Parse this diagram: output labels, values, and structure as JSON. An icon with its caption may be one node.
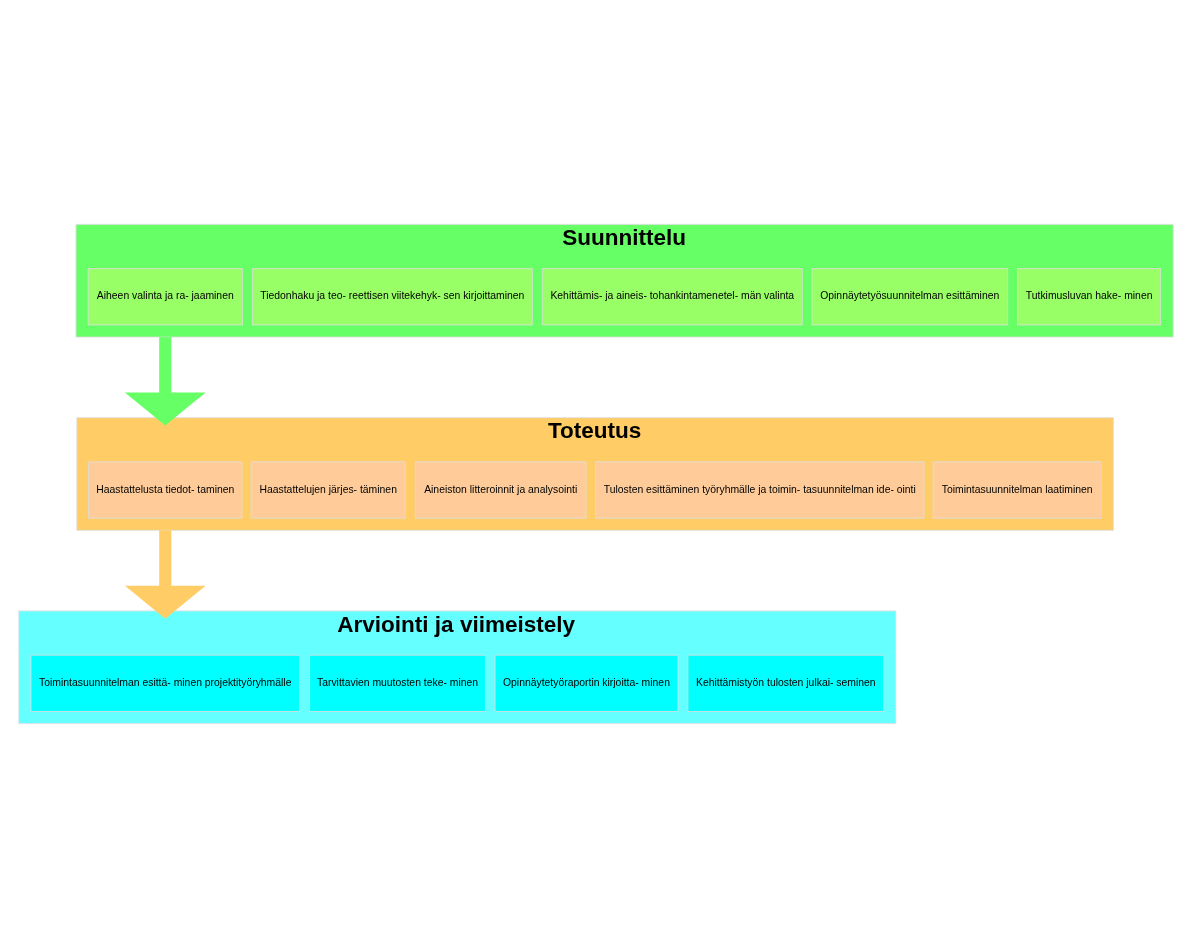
{
  "diagram": {
    "nodes": [
      {
        "text": [
          "Suunnittelu"
        ]
      },
      {
        "text": [
          "Aiheen valinta ja ra- jaaminen"
        ],
        "in": 0
      },
      {
        "text": [
          "Tiedonhaku ja teo- reettisen viitekehyk- sen kirjoittaminen"
        ],
        "in": 0
      },
      {
        "text": [
          "Kehittämis- ja aineis- tohankintamenetel- män valinta"
        ],
        "in": 0
      },
      {
        "text": [
          "Opinnäytetyösuunnitelman esittäminen"
        ],
        "in": 0
      },
      {
        "text": [
          "Tutkimusluvan hake- minen"
        ],
        "in": 0
      },
      {
        "text": [
          "Toteutus"
        ]
      },
      {
        "text": [
          "Haastattelusta tiedot- taminen"
        ],
        "in": 6
      },
      {
        "text": [
          "Haastattelujen järjes- täminen"
        ],
        "in": 6
      },
      {
        "text": [
          "Aineiston litteroinnit ja analysointi"
        ],
        "in": 6
      },
      {
        "text": [
          "Tulosten esittäminen työryhmälle ja toimin- tasuunnitelman ide- ointi"
        ],
        "in": 6
      },
      {
        "text": [
          "Toimintasuunnitelman laatiminen"
        ],
        "in": 6
      },
      {
        "text": [
          "Arviointi ja viimeistely"
        ]
      },
      {
        "text": [
          "Toimintasuunnitelman esittä- minen projektityöryhmälle"
        ],
        "in": 12
      },
      {
        "text": [
          "Tarvittavien muutosten teke- minen"
        ],
        "in": 12
      },
      {
        "text": [
          "Opinnäytetyöraportin kirjoitta- minen"
        ],
        "in": 12
      },
      {
        "text": [
          "Kehittämistyön tulosten julkai- seminen"
        ],
        "in": 12
      }
    ],
    "edges": [
      {
        "from": 0,
        "to": 6,
        "arrow": "to",
        "color": "#66ff66"
      },
      {
        "from": 6,
        "to": 12,
        "arrow": "to",
        "color": "#ffcc66"
      }
    ]
  }
}
